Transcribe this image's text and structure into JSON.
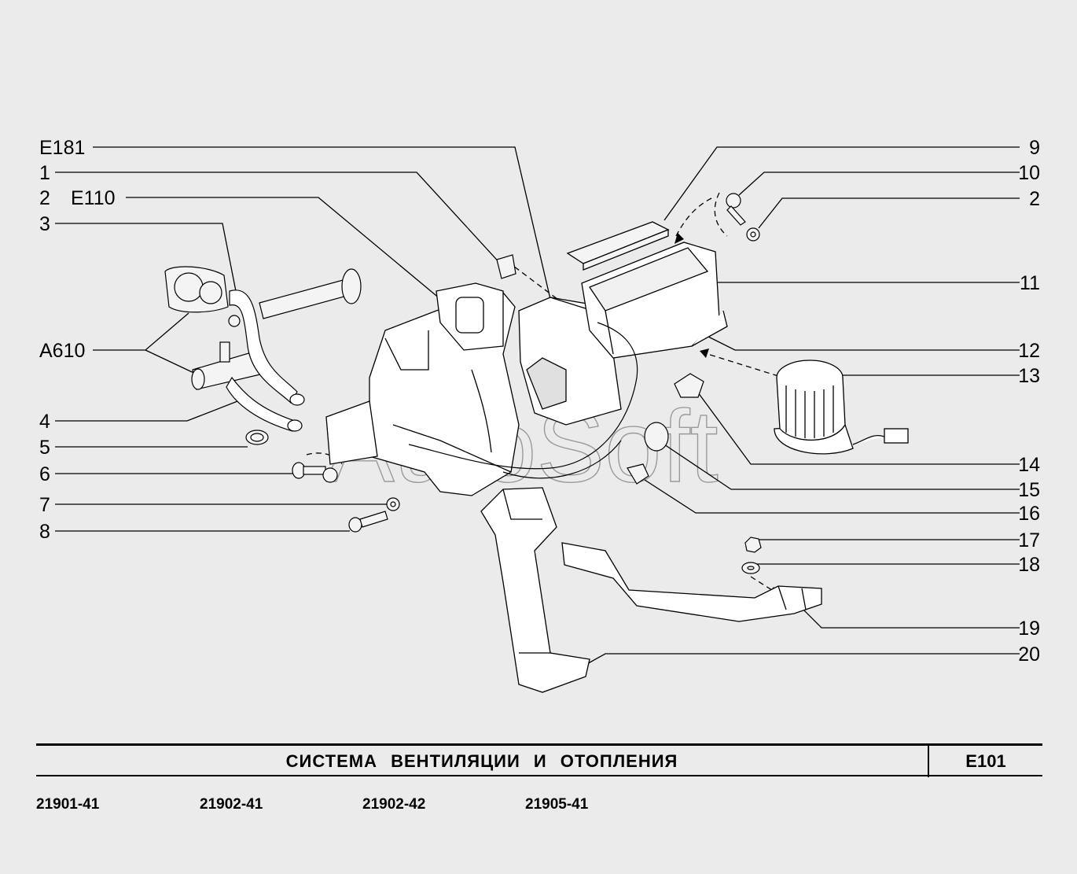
{
  "diagram": {
    "watermark": "AutoSoft",
    "left_callouts": [
      "E181",
      "1",
      "2",
      "E110",
      "3",
      "A610",
      "4",
      "5",
      "6",
      "7",
      "8"
    ],
    "right_callouts": [
      "9",
      "10",
      "2",
      "11",
      "12",
      "13",
      "14",
      "15",
      "16",
      "17",
      "18",
      "19",
      "20"
    ]
  },
  "title_block": {
    "title": "СИСТЕМА ВЕНТИЛЯЦИИ И ОТОПЛЕНИЯ",
    "code": "E101"
  },
  "models": [
    "21901-41",
    "21902-41",
    "21902-42",
    "21905-41"
  ]
}
